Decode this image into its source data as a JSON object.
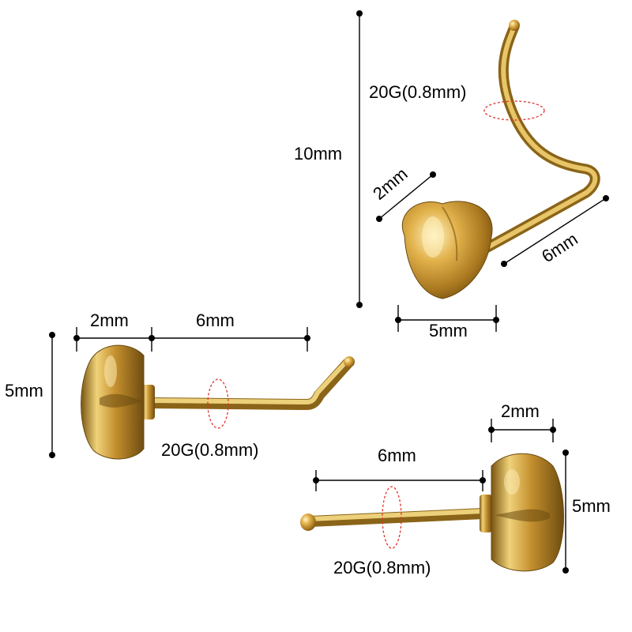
{
  "colors": {
    "gold_light": "#f6e7a6",
    "gold_mid": "#d4a63e",
    "gold_dark": "#8a6418",
    "gauge_marker": "#e0322c",
    "dimension_line": "#000000"
  },
  "screw_view": {
    "length_label": "10mm",
    "gauge_label": "20G(0.8mm)",
    "head_depth_label": "2mm",
    "post_label": "6mm",
    "head_width_label": "5mm"
  },
  "l_bend_view": {
    "head_depth_label": "2mm",
    "post_label": "6mm",
    "head_height_label": "5mm",
    "gauge_label": "20G(0.8mm)"
  },
  "straight_view": {
    "head_depth_label": "2mm",
    "post_label": "6mm",
    "head_height_label": "5mm",
    "gauge_label": "20G(0.8mm)"
  }
}
